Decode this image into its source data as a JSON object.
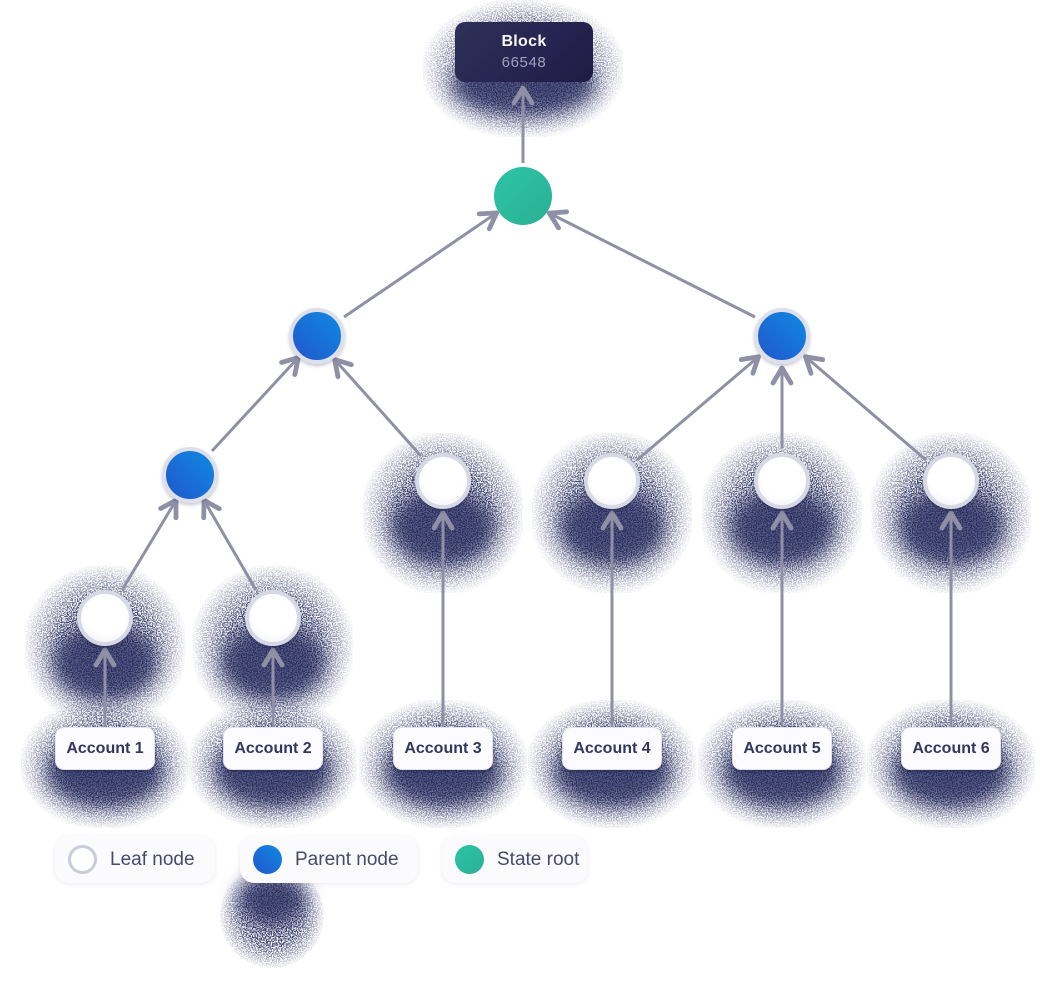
{
  "diagram": {
    "block_card": {
      "title": "Block",
      "number": "66548"
    },
    "accounts": [
      {
        "label": "Account 1"
      },
      {
        "label": "Account 2"
      },
      {
        "label": "Account 3"
      },
      {
        "label": "Account 4"
      },
      {
        "label": "Account 5"
      },
      {
        "label": "Account 6"
      }
    ],
    "legend": {
      "items": [
        {
          "label": "Leaf node",
          "swatch_color": "#ffffff",
          "swatch_ring": "#c9ccd9"
        },
        {
          "label": "Parent node",
          "swatch_color": "#1480de"
        },
        {
          "label": "State root",
          "swatch_color": "#2dbfa2"
        }
      ]
    },
    "colors": {
      "background": "#ffffff",
      "connector": "#8f90a5",
      "leaf_fill": "#ffffff",
      "leaf_ring": "#d6d9e3",
      "parent_blue": "#1480de",
      "root_teal": "#2dbfa2",
      "block_bg": "#272b52",
      "block_title_text": "#f7f7fb",
      "block_number_text": "#a0a1bd",
      "account_text": "#33365f",
      "legend_text": "#474a6b",
      "noise_shadow": "#262b5e",
      "noise_speckle_yellow": "#b2a33e"
    }
  }
}
